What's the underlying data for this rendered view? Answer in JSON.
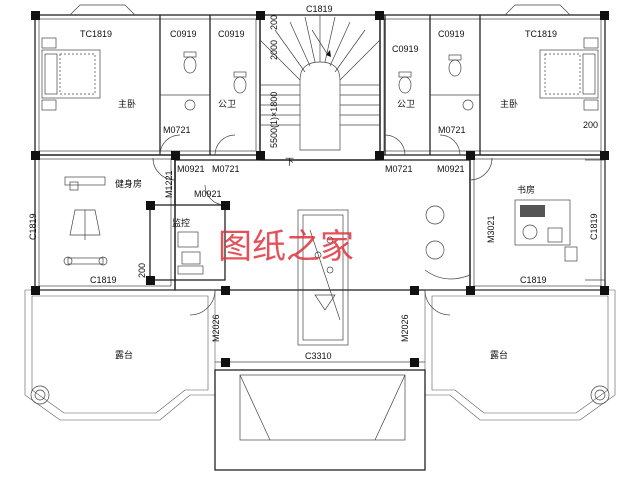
{
  "labels": {
    "c1819_top": "C1819",
    "tc1819_left": "TC1819",
    "tc1819_right": "TC1819",
    "c0919_1": "C0919",
    "c0919_2": "C0919",
    "c0919_3": "C0919",
    "c0919_4": "C0919",
    "dim_2000": "2000",
    "dim_200_top": "200",
    "dim_1800": "5500(1)×1800",
    "dim_200_right": "200",
    "m0721_1": "M0721",
    "m0721_2": "M0721",
    "m0721_3": "M0721",
    "m0721_4": "M0721",
    "m0921_1": "M0921",
    "m0921_2": "M0921",
    "m0921_3": "M0921",
    "m1221": "M1221",
    "c1819_left_v": "C1819",
    "c1819_right_v": "C1819",
    "c1819_bottom_left": "C1819",
    "c1819_bottom_right": "C1819",
    "dim_200_mid": "200",
    "m3021": "M3021",
    "m2026_left": "M2026",
    "m2026_right": "M2026",
    "c3310": "C3310",
    "stair_down": "下"
  },
  "rooms": {
    "master_left": "主卧",
    "master_right": "主卧",
    "bath_left": "公卫",
    "bath_right": "公卫",
    "gym": "健身房",
    "monitor": "监控",
    "study": "书房",
    "terrace_left": "露台",
    "terrace_right": "露台"
  },
  "watermark": "图纸之家"
}
